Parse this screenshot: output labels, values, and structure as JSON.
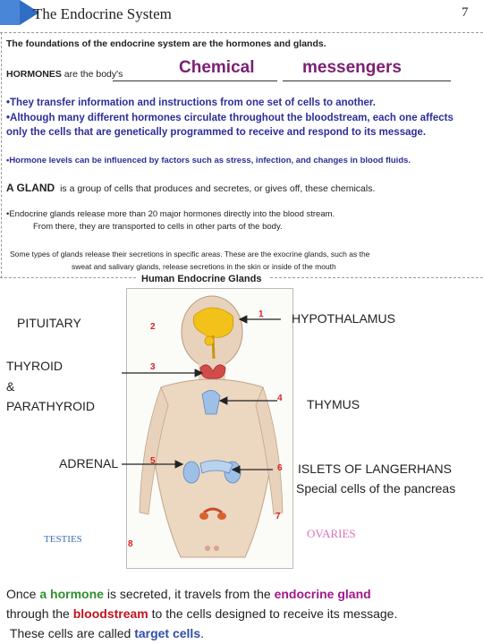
{
  "header": {
    "title": "The Endocrine System",
    "page_number": "7"
  },
  "intro": "The foundations of the endocrine system are the hormones and glands.",
  "hormones_line": {
    "label_bold": "HORMONES",
    "label_rest": "are  the body's",
    "answer1": "Chemical",
    "answer2": "messengers"
  },
  "bullets_blue": [
    "•They transfer information and instructions from one set of cells to another.",
    "•Although many different hormones circulate throughout the bloodstream, each one affects only the cells that are genetically programmed to receive and respond to its message.",
    "•Hormone levels can be influenced by factors such as stress, infection, and changes in blood fluids."
  ],
  "gland_def": {
    "term": "A GLAND",
    "text": "is a group of cells that produces and secretes, or gives off,  these chemicals."
  },
  "bullet_glands": {
    "line1": "•Endocrine  glands release more than 20 major hormones directly into the blood stream.",
    "line2": "From there, they are transported to cells in other parts of the body."
  },
  "exocrine_note": {
    "line1": "Some types of glands release their secretions in specific areas. These are the exocrine glands, such as the",
    "line2": "sweat and salivary glands, release secretions in the skin or inside of the mouth"
  },
  "figure": {
    "title": "Human Endocrine Glands",
    "numbers": [
      "1",
      "2",
      "3",
      "4",
      "5",
      "6",
      "7",
      "8"
    ]
  },
  "labels": {
    "pituitary": "PITUITARY",
    "thyroid": "THYROID",
    "amp": "&",
    "parathyroid": "PARATHYROID",
    "adrenal": "ADRENAL",
    "testies": "TESTIES",
    "hypothalamus": "HYPOTHALAMUS",
    "thymus": "THYMUS",
    "islets_line1": "ISLETS OF LANGERHANS",
    "islets_line2": "Special cells of the pancreas",
    "ovaries": "OVARIES"
  },
  "footer": {
    "p1": "Once ",
    "hormone": "a hormone",
    "p2": " is secreted, it travels from the ",
    "gland": "endocrine gland",
    "p3": "through the ",
    "bloodstream": "bloodstream",
    "p4": " to the cells designed to receive its message.",
    "p5": "These cells are called ",
    "target": "target cells",
    "p6": "."
  },
  "colors": {
    "accent_blue": "#4a86d8",
    "answer_purple": "#7b1f72",
    "bullet_blue": "#2e2e99",
    "green": "#2f8f2f",
    "magenta": "#a0188a",
    "red": "#c0141e",
    "target_blue": "#2f4fa8",
    "ovaries_pink": "#d874b7",
    "testies_blue": "#3b6fb5"
  }
}
